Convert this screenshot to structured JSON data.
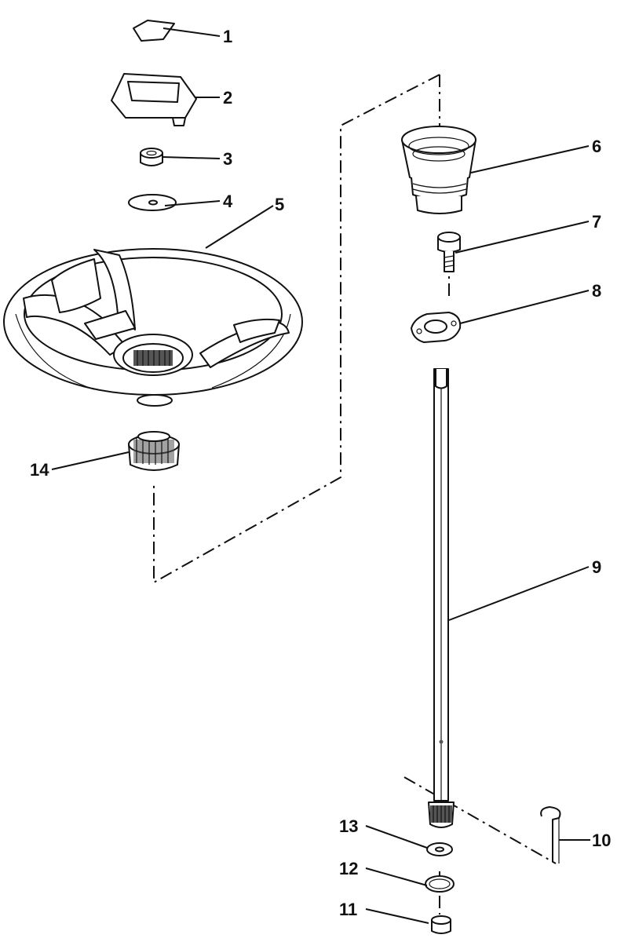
{
  "parts": [
    {
      "id": "part-1",
      "label": "1"
    },
    {
      "id": "part-2",
      "label": "2"
    },
    {
      "id": "part-3",
      "label": "3"
    },
    {
      "id": "part-4",
      "label": "4"
    },
    {
      "id": "part-5",
      "label": "5"
    },
    {
      "id": "part-6",
      "label": "6"
    },
    {
      "id": "part-7",
      "label": "7"
    },
    {
      "id": "part-8",
      "label": "8"
    },
    {
      "id": "part-9",
      "label": "9"
    },
    {
      "id": "part-10",
      "label": "10"
    },
    {
      "id": "part-11",
      "label": "11"
    },
    {
      "id": "part-12",
      "label": "12"
    },
    {
      "id": "part-13",
      "label": "13"
    },
    {
      "id": "part-14",
      "label": "14"
    }
  ],
  "colors": {
    "line": "#111111",
    "background": "#ffffff",
    "shading": "#555555"
  }
}
